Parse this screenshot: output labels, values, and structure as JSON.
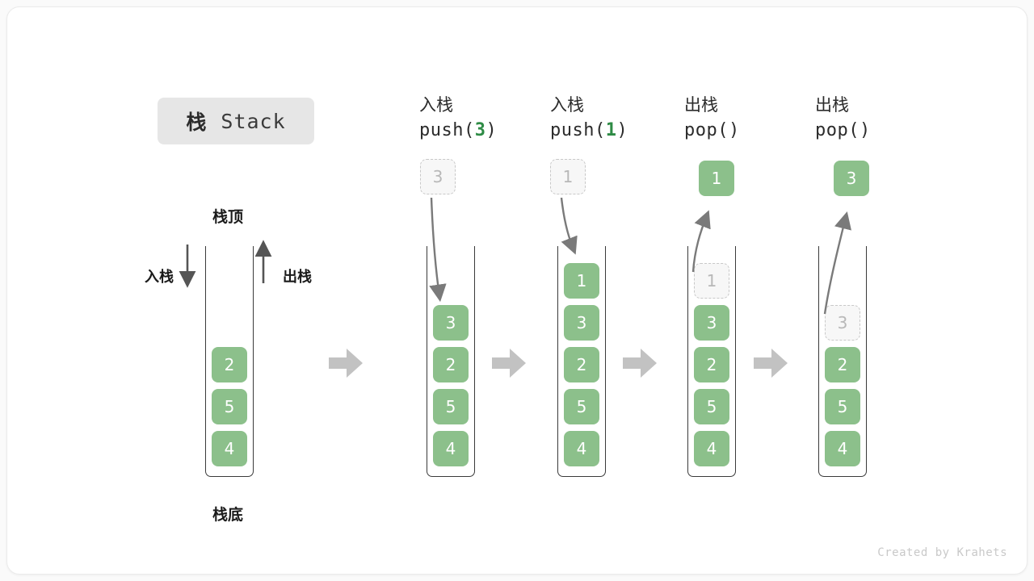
{
  "title": {
    "cn": "栈",
    "en": "Stack"
  },
  "labels": {
    "top": "栈顶",
    "bottom": "栈底",
    "push_side": "入栈",
    "pop_side": "出栈"
  },
  "credit": "Created by Krahets",
  "colors": {
    "element_fill": "#8cc08b",
    "element_text": "#ffffff",
    "ghost_fill": "#f7f7f7",
    "ghost_text": "#b8b8b8",
    "ghost_border": "#c8c8c8",
    "container_border": "#3a3a3a",
    "arrow_gray": "#7a7a7a",
    "transition_arrow": "#c2c2c2",
    "badge_bg": "#e6e6e6",
    "accent_green": "#2e8b45"
  },
  "panels": [
    {
      "id": "initial",
      "head_cn": "",
      "head_op": "",
      "head_arg": "",
      "elements": [
        {
          "value": "2",
          "state": "solid"
        },
        {
          "value": "5",
          "state": "solid"
        },
        {
          "value": "4",
          "state": "solid"
        }
      ],
      "float": null
    },
    {
      "id": "push-3",
      "head_cn": "入栈",
      "head_op_prefix": "push(",
      "head_arg": "3",
      "head_op_suffix": ")",
      "elements": [
        {
          "value": "3",
          "state": "solid"
        },
        {
          "value": "2",
          "state": "solid"
        },
        {
          "value": "5",
          "state": "solid"
        },
        {
          "value": "4",
          "state": "solid"
        }
      ],
      "float": {
        "value": "3",
        "state": "ghost"
      }
    },
    {
      "id": "push-1",
      "head_cn": "入栈",
      "head_op_prefix": "push(",
      "head_arg": "1",
      "head_op_suffix": ")",
      "elements": [
        {
          "value": "1",
          "state": "solid"
        },
        {
          "value": "3",
          "state": "solid"
        },
        {
          "value": "2",
          "state": "solid"
        },
        {
          "value": "5",
          "state": "solid"
        },
        {
          "value": "4",
          "state": "solid"
        }
      ],
      "float": {
        "value": "1",
        "state": "ghost"
      }
    },
    {
      "id": "pop-1",
      "head_cn": "出栈",
      "head_op_prefix": "pop(",
      "head_arg": "",
      "head_op_suffix": ")",
      "elements": [
        {
          "value": "1",
          "state": "ghost"
        },
        {
          "value": "3",
          "state": "solid"
        },
        {
          "value": "2",
          "state": "solid"
        },
        {
          "value": "5",
          "state": "solid"
        },
        {
          "value": "4",
          "state": "solid"
        }
      ],
      "float": {
        "value": "1",
        "state": "solid"
      }
    },
    {
      "id": "pop-3",
      "head_cn": "出栈",
      "head_op_prefix": "pop(",
      "head_arg": "",
      "head_op_suffix": ")",
      "elements": [
        {
          "value": "3",
          "state": "ghost"
        },
        {
          "value": "2",
          "state": "solid"
        },
        {
          "value": "5",
          "state": "solid"
        },
        {
          "value": "4",
          "state": "solid"
        }
      ],
      "float": {
        "value": "3",
        "state": "solid"
      }
    }
  ]
}
